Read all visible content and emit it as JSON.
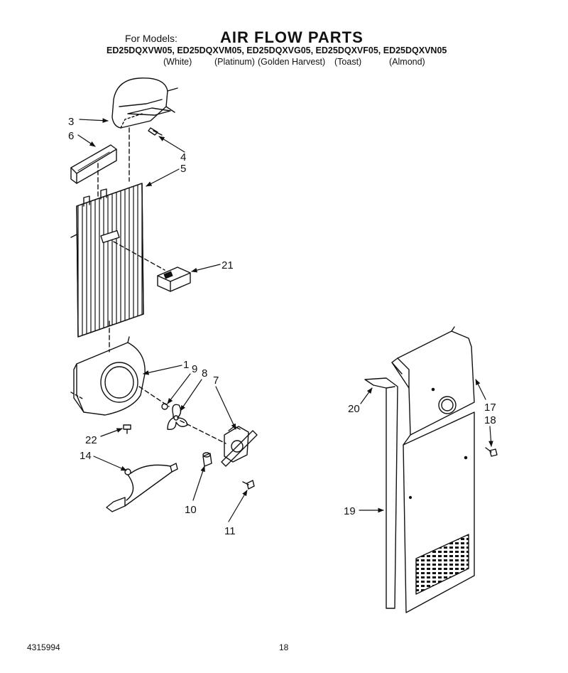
{
  "header": {
    "for_models_label": "For Models:",
    "title": "AIR FLOW PARTS",
    "models": "ED25DQXVW05, ED25DQXVM05, ED25DQXVG05, ED25DQXVF05, ED25DQXVN05",
    "colors": [
      "(White)",
      "(Platinum)",
      "(Golden Harvest)",
      "(Toast)",
      "(Almond)"
    ]
  },
  "callouts": [
    "3",
    "6",
    "4",
    "5",
    "21",
    "1",
    "9",
    "8",
    "7",
    "22",
    "14",
    "10",
    "11",
    "20",
    "17",
    "18",
    "19"
  ],
  "footer": {
    "doc_number": "4315994",
    "page_number": "18"
  }
}
